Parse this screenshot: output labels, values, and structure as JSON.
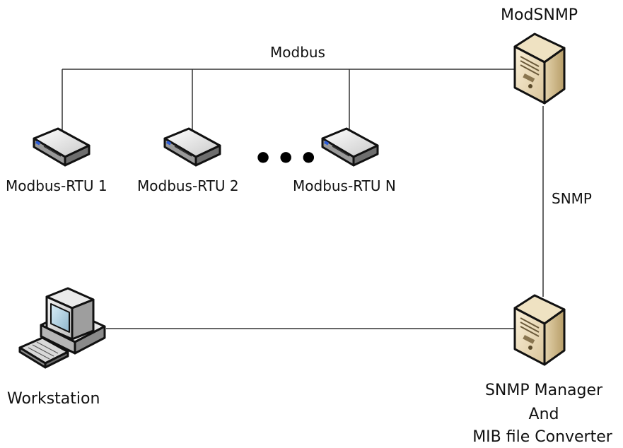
{
  "network": {
    "bus_label": "Modbus",
    "snmp_label": "SNMP"
  },
  "modsnmp": {
    "label": "ModSNMP",
    "icon": "server-icon"
  },
  "rtus": [
    {
      "label": "Modbus-RTU 1",
      "icon": "rtu-device-icon"
    },
    {
      "label": "Modbus-RTU 2",
      "icon": "rtu-device-icon"
    },
    {
      "label": "Modbus-RTU N",
      "icon": "rtu-device-icon"
    }
  ],
  "ellipsis": "•••",
  "workstation": {
    "label": "Workstation",
    "icon": "workstation-icon"
  },
  "manager": {
    "line1": "SNMP Manager",
    "line2": "And",
    "line3": "MIB file Converter",
    "icon": "server-icon"
  }
}
